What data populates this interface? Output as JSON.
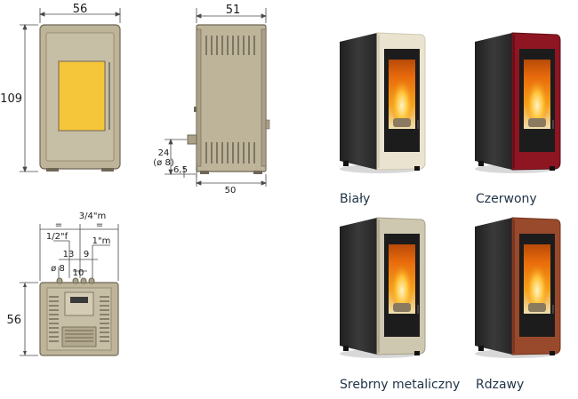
{
  "front_view": {
    "width": "56",
    "height": "109"
  },
  "side_view": {
    "depth_top": "51",
    "depth_bottom": "50",
    "outlet_height": "24",
    "outlet_diameter": "(ø 8)",
    "outlet_offset": "6,5"
  },
  "top_view": {
    "depth": "56",
    "equal_left": "=",
    "equal_right": "=",
    "conn_three_quarter": "3/4\"m",
    "conn_half": "1/2\"f",
    "conn_one": "1\"m",
    "spacing_13": "13",
    "spacing_9": "9",
    "diameter_8": "ø 8",
    "spacing_10": "10"
  },
  "colors": [
    {
      "label": "Biały",
      "frame": "#e9e3cf",
      "frame_dark": "#cfc8b2"
    },
    {
      "label": "Czerwony",
      "frame": "#8e1623",
      "frame_dark": "#5e0d16"
    },
    {
      "label": "Srebrny metaliczny",
      "frame": "#cfc8b1",
      "frame_dark": "#a59e88"
    },
    {
      "label": "Rdzawy",
      "frame": "#9a4a2c",
      "frame_dark": "#6e311c"
    }
  ],
  "palette": {
    "drawing_body": "#bdb49a",
    "drawing_outline": "#6f6756",
    "door_glass": "#f6c63a",
    "dimension_line": "#4a4a4a",
    "stove_side": "#2b2b2b",
    "label_text": "#1f3345"
  }
}
